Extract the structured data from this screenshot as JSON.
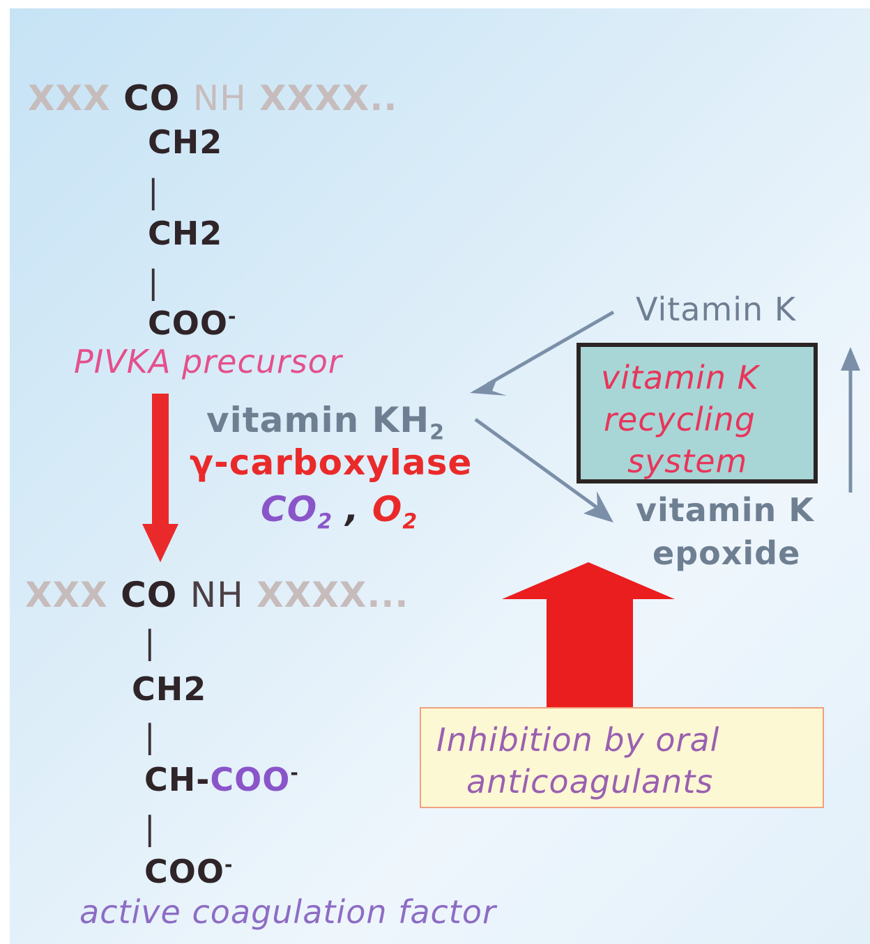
{
  "top_chain": {
    "row": {
      "xxx": "XXX",
      "co": "CO",
      "nh": "NH",
      "xxxx": "XXXX.."
    },
    "ch2_a": "CH2",
    "bar_a": "|",
    "ch2_b": "CH2",
    "bar_b": "|",
    "coo": "COO",
    "coo_charge": "-"
  },
  "pivka_label": "PIVKA precursor",
  "enzyme": {
    "kh2_main": "vitamin KH",
    "kh2_sub": "2",
    "carboxylase": "γ-carboxylase",
    "co2_main": "CO",
    "co2_sub": "2",
    "comma": " , ",
    "o2_main": "O",
    "o2_sub": "2"
  },
  "vitamin_k": "Vitamin K",
  "recycling_box": {
    "line1": "vitamin K",
    "line2": "recycling",
    "line3": "system"
  },
  "epoxide": {
    "line1": "vitamin K",
    "line2": "epoxide"
  },
  "bottom_chain": {
    "row": {
      "xxx": "XXX",
      "co": "CO",
      "nh": "NH",
      "xxxx": "XXXX..."
    },
    "bar_a": "|",
    "ch2": "CH2",
    "bar_b": "|",
    "ch_prefix": "CH-",
    "ch_coo": "COO",
    "ch_coo_charge": "-",
    "bar_c": "|",
    "coo": "COO",
    "coo_charge": "-"
  },
  "inhibition_box": {
    "line1": "Inhibition by oral",
    "line2": "anticoagulants"
  },
  "active_label": "active coagulation factor",
  "colors": {
    "background": "#d6ebf7",
    "grey_text": "#c7bcbc",
    "dark_text": "#2f2428",
    "blue_grey": "#6f7f92",
    "pink": "#e4508c",
    "red": "#ea2a2a",
    "purple": "#8a55c9",
    "recycle_fill": "#a8d6d6",
    "inhibition_fill": "#fdf8d4"
  }
}
